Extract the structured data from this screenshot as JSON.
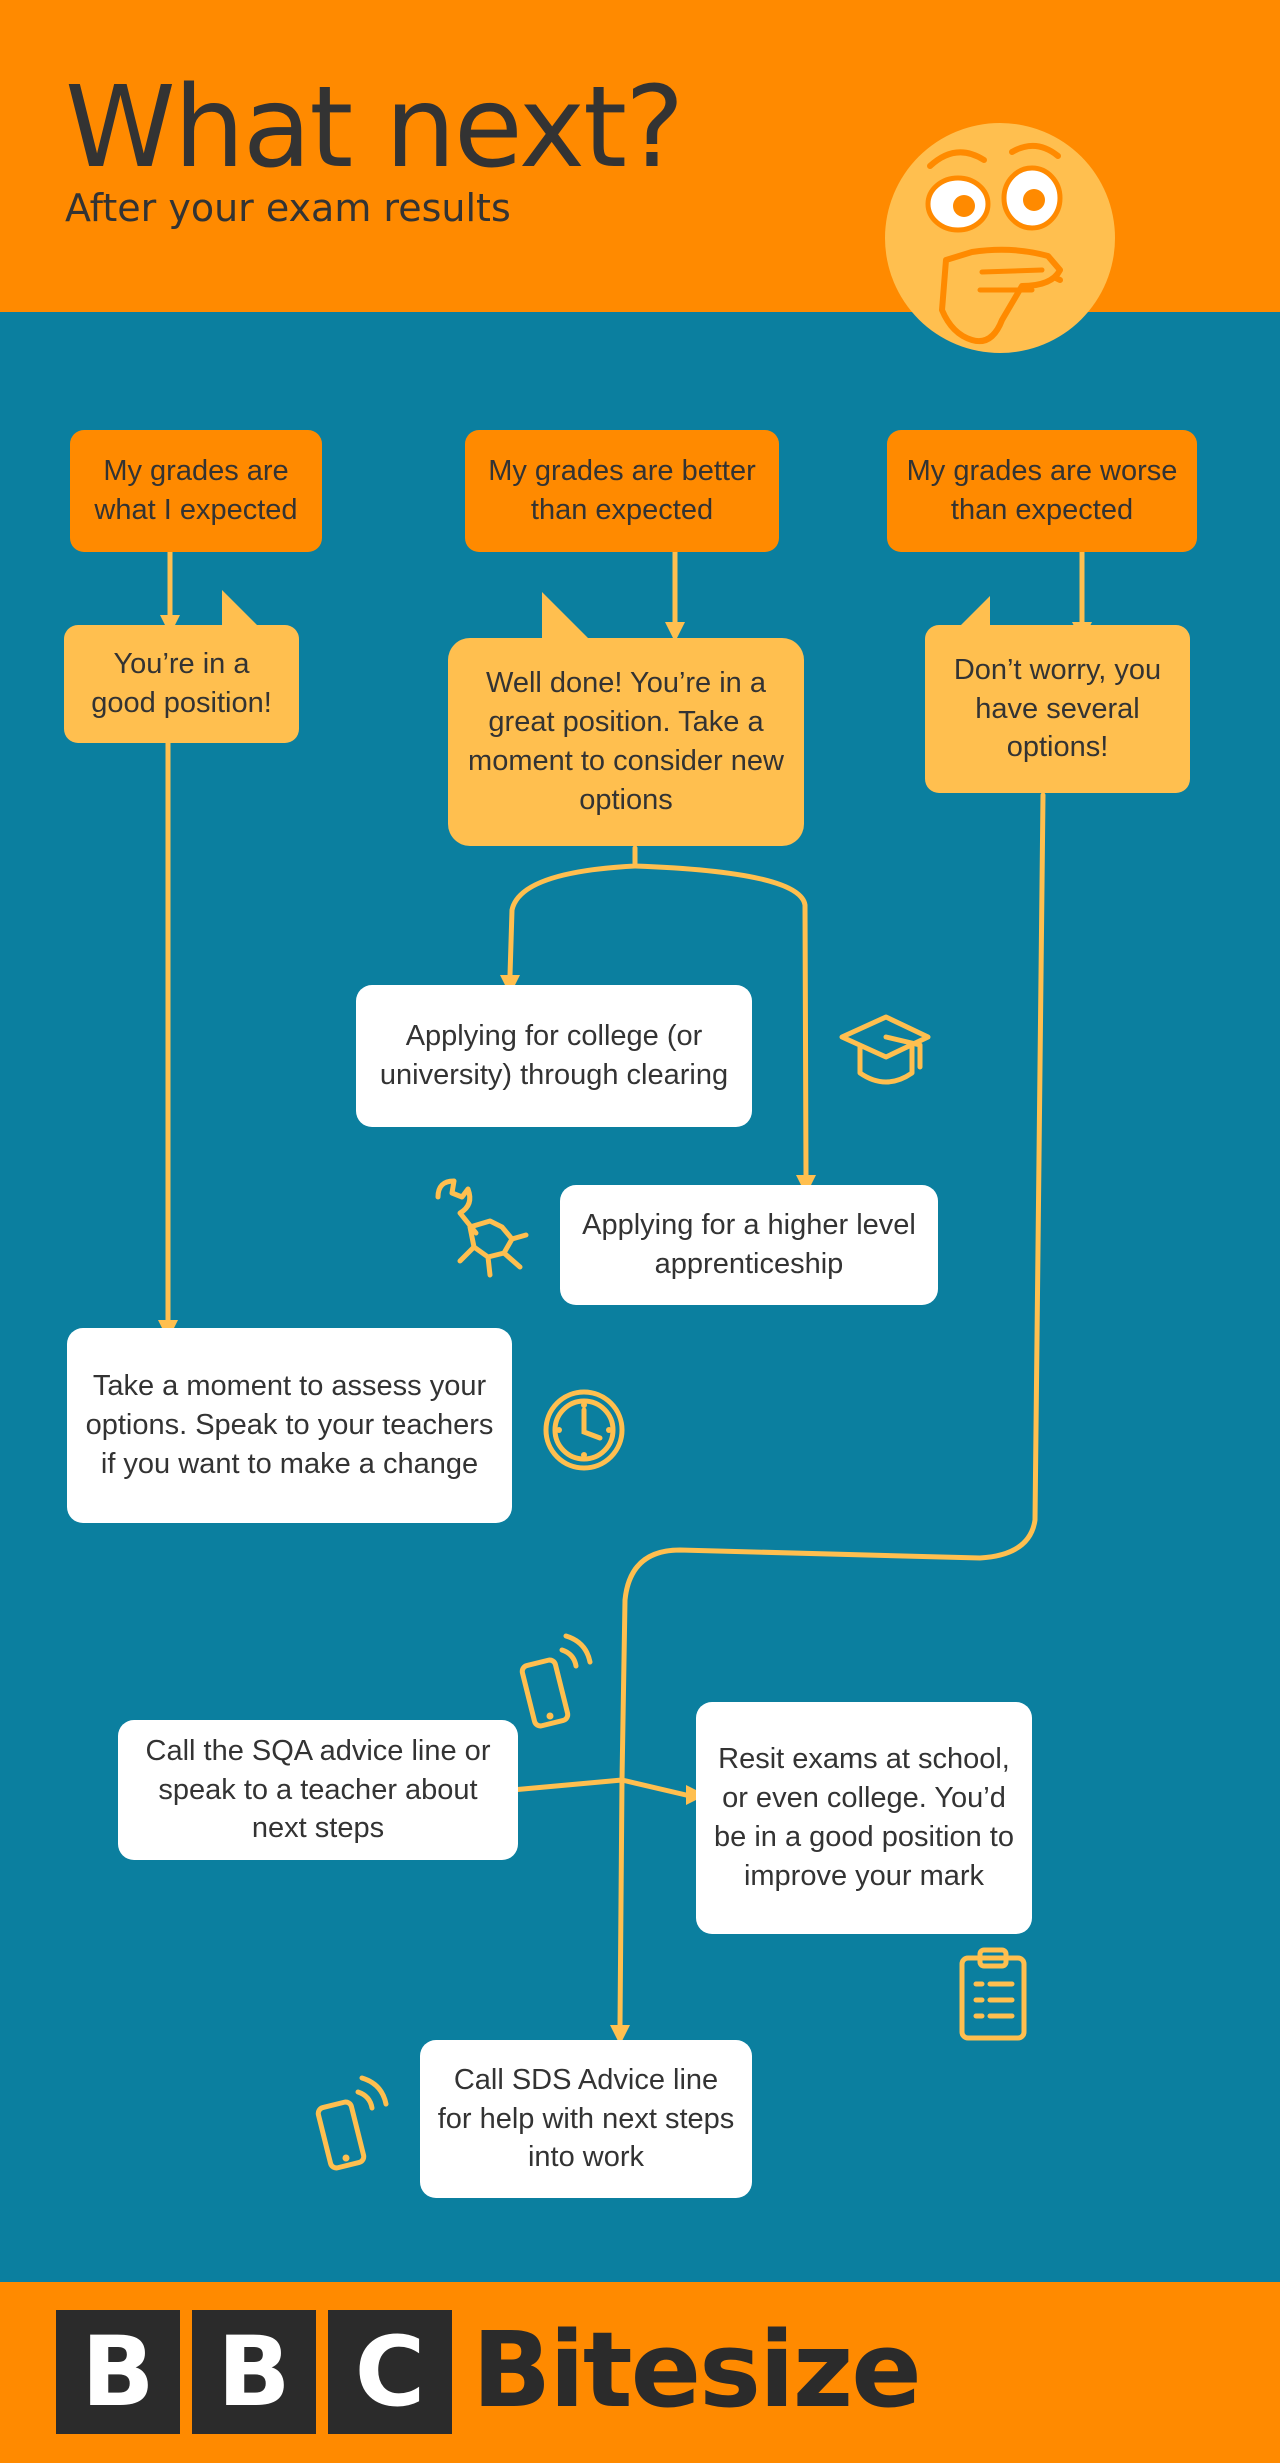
{
  "header": {
    "title": "What next?",
    "subtitle": "After your exam results"
  },
  "colors": {
    "header_bg": "#ff8a00",
    "main_bg": "#0b7f9f",
    "question_box": "#ff8a00",
    "speech_bubble": "#ffbf4f",
    "option_box": "#ffffff",
    "connector": "#ffbf4f"
  },
  "branches": {
    "expected": {
      "label": "My grades are what I expected",
      "response": "You’re in a good position!",
      "option": "Take a moment to assess your options. Speak to your teachers if you want to make a change"
    },
    "better": {
      "label": "My grades are better than expected",
      "response": "Well done! You’re in a great position. Take a moment to consider new options",
      "option_clearing": "Applying for college (or university) through clearing",
      "option_apprenticeship": "Applying for a higher level apprenticeship"
    },
    "worse": {
      "label": "My grades are worse than expected",
      "response": "Don’t worry, you have several options!",
      "option_sqa": "Call the SQA advice line or speak to a teacher about next steps",
      "option_resit": "Resit exams at school, or even college. You’d be in a good position to improve your mark",
      "option_sds": "Call SDS Advice line for help with next steps into work"
    }
  },
  "icons": [
    "thinking-face-icon",
    "graduation-cap-icon",
    "wrench-hand-icon",
    "clock-icon",
    "phone-icon",
    "clipboard-icon"
  ],
  "footer": {
    "logo_letters": [
      "B",
      "B",
      "C"
    ],
    "brand": "Bitesize"
  }
}
